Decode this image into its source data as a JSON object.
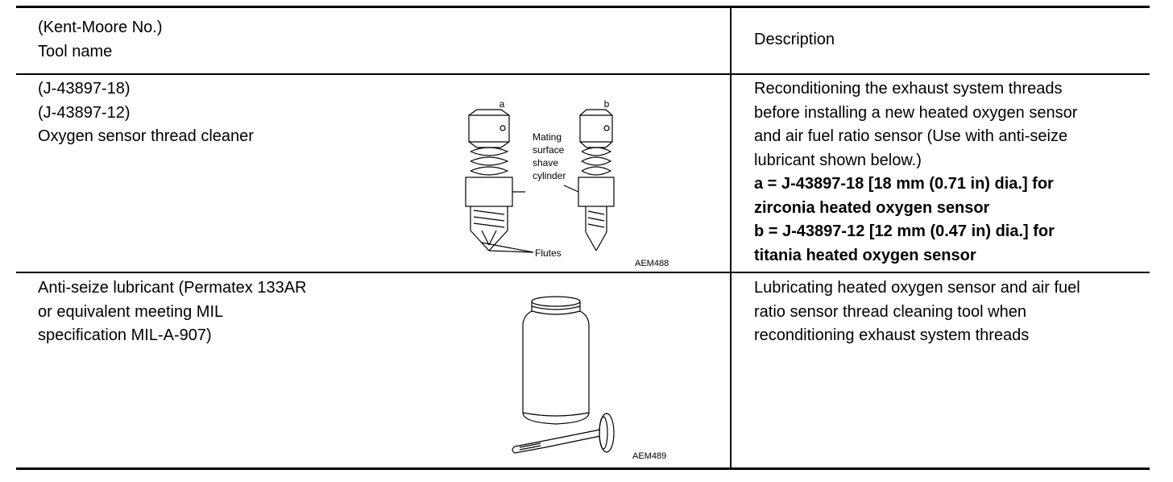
{
  "header": {
    "tool_col": [
      "(Kent-Moore No.)",
      "Tool name"
    ],
    "desc_col": "Description"
  },
  "rows": [
    {
      "tool_lines": [
        "(J-43897-18)",
        "(J-43897-12)",
        "Oxygen sensor thread cleaner"
      ],
      "figure": {
        "label_a": "a",
        "label_b": "b",
        "callout_1": [
          "Mating",
          "surface",
          "shave",
          "cylinder"
        ],
        "callout_2": "Flutes",
        "code": "AEM488"
      },
      "desc_lines": [
        "Reconditioning the exhaust system threads",
        "before installing a new heated oxygen sensor",
        "and air fuel ratio sensor (Use with anti-seize",
        "lubricant shown below.)"
      ],
      "desc_bold_lines": [
        "a = J-43897-18 [18 mm (0.71 in) dia.] for",
        "zirconia heated oxygen sensor",
        "b = J-43897-12 [12 mm (0.47 in) dia.] for",
        "titania heated oxygen sensor"
      ]
    },
    {
      "tool_lines": [
        "Anti-seize lubricant (Permatex 133AR",
        "or equivalent meeting MIL",
        "specification MIL-A-907)"
      ],
      "figure": {
        "code": "AEM489"
      },
      "desc_lines": [
        "Lubricating heated oxygen sensor and air fuel",
        "ratio sensor thread cleaning tool when",
        "reconditioning exhaust system threads"
      ]
    }
  ]
}
